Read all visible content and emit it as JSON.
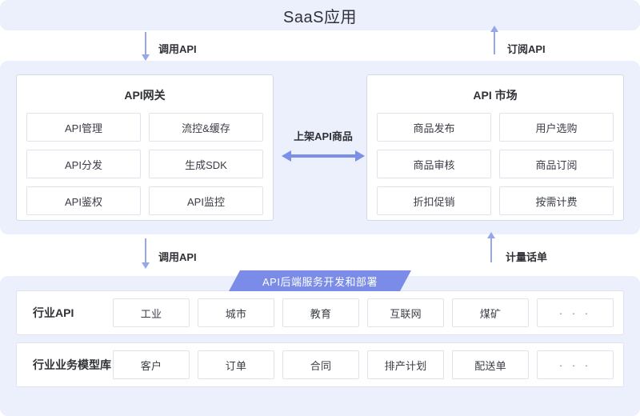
{
  "top": {
    "title": "SaaS应用"
  },
  "connectors": {
    "upper_left": {
      "label": "调用API",
      "direction": "down"
    },
    "upper_right": {
      "label": "订阅API",
      "direction": "up"
    },
    "middle": {
      "label": "上架API商品",
      "direction": "both"
    },
    "lower_left": {
      "label": "调用API",
      "direction": "down"
    },
    "lower_right": {
      "label": "计量话单",
      "direction": "up"
    }
  },
  "gateway": {
    "title": "API网关",
    "cells": [
      "API管理",
      "流控&缓存",
      "API分发",
      "生成SDK",
      "API鉴权",
      "API监控"
    ]
  },
  "market": {
    "title": "API 市场",
    "cells": [
      "商品发布",
      "用户选购",
      "商品审核",
      "商品订阅",
      "折扣促销",
      "按需计费"
    ]
  },
  "ribbon": {
    "label": "API后端服务开发和部署"
  },
  "bottom": {
    "rows": [
      {
        "label": "行业API",
        "cells": [
          "工业",
          "城市",
          "教育",
          "互联网",
          "煤矿",
          "· · ·"
        ]
      },
      {
        "label": "行业业务模型库",
        "cells": [
          "客户",
          "订单",
          "合同",
          "排产计划",
          "配送单",
          "· · ·"
        ]
      }
    ]
  },
  "colors": {
    "band_background": "#eceffc",
    "accent_arrow": "#7b8ee8",
    "thin_arrow": "#97a6e8",
    "ribbon": "#7b8ce8",
    "card_border": "#d4d9e8",
    "cell_border": "#dfe3ec",
    "text": "#2f3136"
  }
}
